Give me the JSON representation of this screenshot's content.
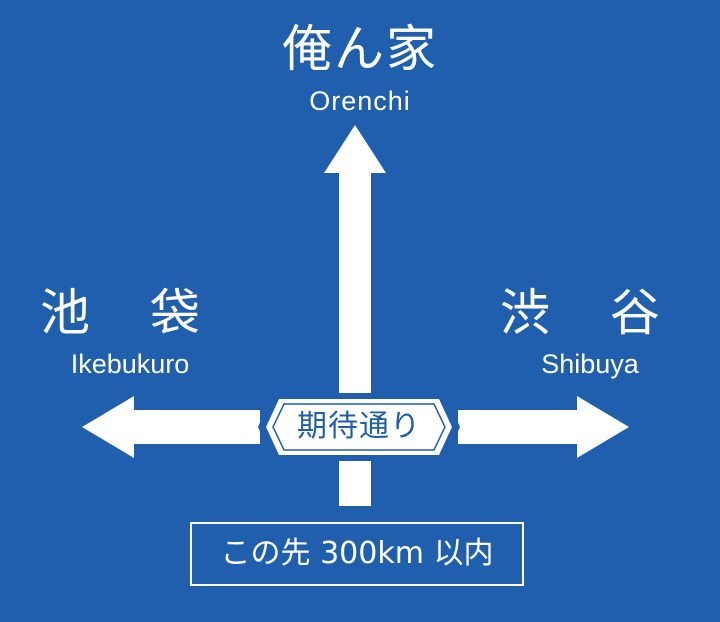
{
  "sign": {
    "background_color": "#1f5fad",
    "foreground_color": "#ffffff",
    "destinations": {
      "up": {
        "japanese": "俺ん家",
        "romaji": "Orenchi",
        "arrow": "up-arrow-icon"
      },
      "left": {
        "japanese": "池 袋",
        "romaji": "Ikebukuro",
        "arrow": "left-arrow-icon"
      },
      "right": {
        "japanese": "渋 谷",
        "romaji": "Shibuya",
        "arrow": "right-arrow-icon"
      }
    },
    "route_name": "期待通り",
    "distance_notice": "この先 300km 以内"
  }
}
